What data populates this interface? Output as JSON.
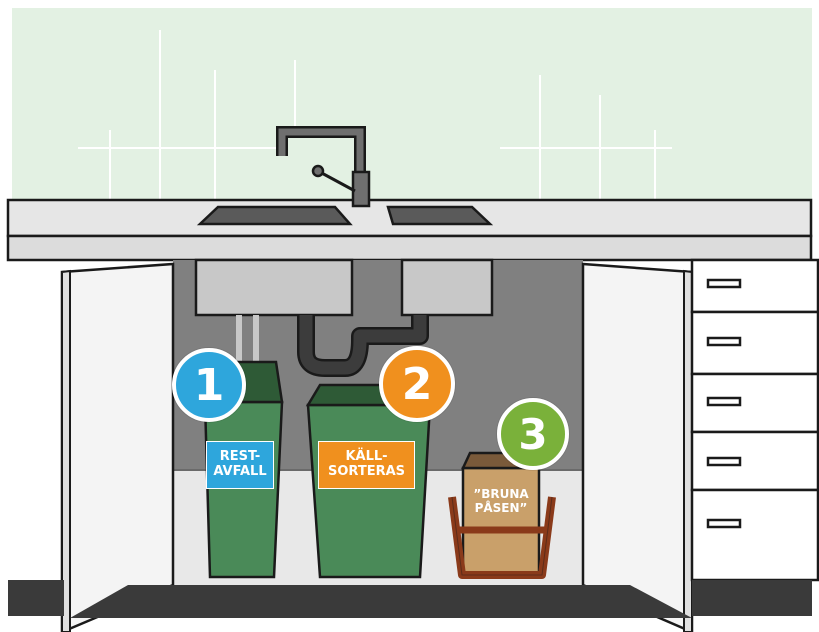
{
  "colors": {
    "wall": "#e3f1e3",
    "tile_lines": "#ffffff",
    "countertop": "#e6e6e6",
    "outline": "#1a1a1a",
    "cabinet_interior": "#808080",
    "cabinet_floor": "#e8e8e8",
    "sink_basin": "#c8c8c8",
    "pipe": "#3c3c3c",
    "door": "#f4f4f4",
    "drawer": "#ffffff",
    "plinth": "#3a3a3a",
    "bin_green": "#4a8a58",
    "bin_lid": "#2e5a36",
    "paper_bag": "#c9a06a",
    "bag_holder": "#8a3a1a",
    "badge_blue": "#2ea6dc",
    "badge_orange": "#f0901e",
    "badge_green": "#7ab13a",
    "label_blue": "#2ea6dc",
    "label_orange": "#f0901e"
  },
  "icons": [
    "faucet-icon",
    "sink-icon",
    "trash-bin-icon",
    "paper-bag-icon"
  ],
  "bins": [
    {
      "number": "1",
      "lines": [
        "REST-",
        "AVFALL"
      ],
      "badge_color": "#2ea6dc",
      "label_color": "#2ea6dc"
    },
    {
      "number": "2",
      "lines": [
        "KÄLL-",
        "SORTERAS"
      ],
      "badge_color": "#f0901e",
      "label_color": "#f0901e"
    },
    {
      "number": "3",
      "lines": [
        "”BRUNA",
        "PÅSEN”"
      ],
      "badge_color": "#7ab13a",
      "label_color": ""
    }
  ]
}
